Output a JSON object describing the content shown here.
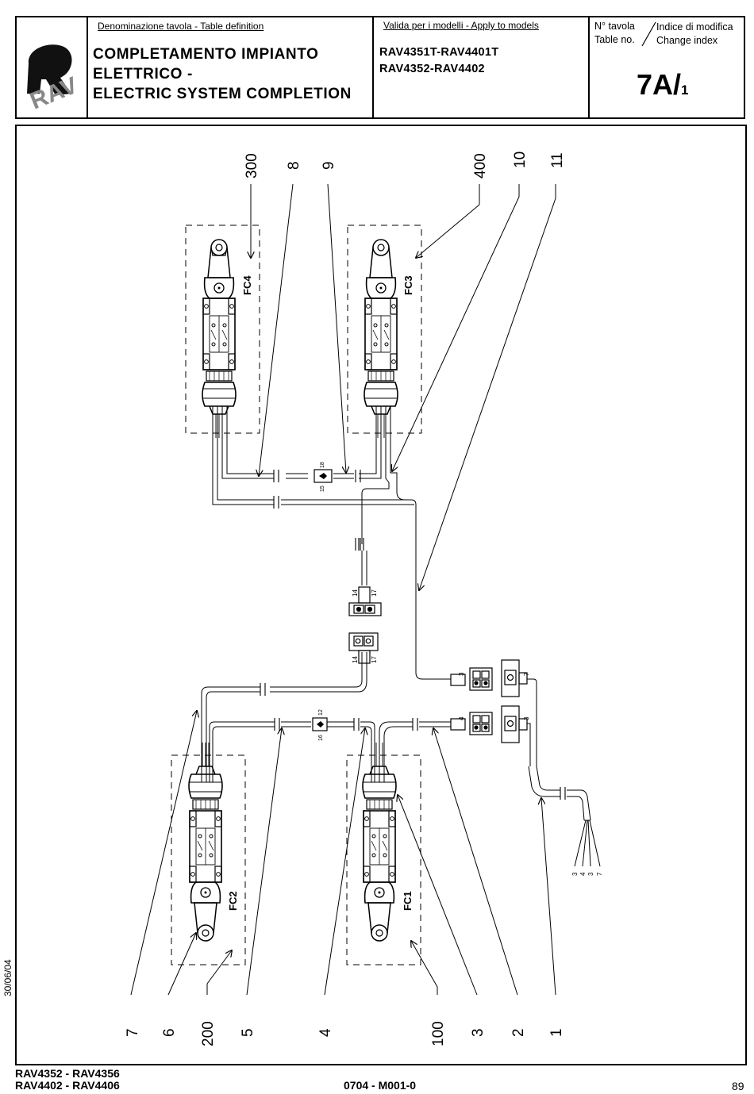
{
  "header": {
    "logo_text": "RAV",
    "table_definition_label": "Denominazione tavola - Table definition",
    "title_lines": [
      "COMPLETAMENTO IMPIANTO",
      "ELETTRICO -",
      "ELECTRIC SYSTEM COMPLETION"
    ],
    "valid_models_label": "Valida per i modelli - Apply to models",
    "models": [
      "RAV4351T-RAV4401T",
      "RAV4352-RAV4402"
    ],
    "table_no_label_it": "N° tavola",
    "table_no_label_en": "Table no.",
    "change_index_label_it": "Indice di modifica",
    "change_index_label_en": "Change index",
    "table_no": "7A/",
    "change_index": "1"
  },
  "diagram": {
    "switches": [
      "FC4",
      "FC3",
      "FC2",
      "FC1"
    ],
    "top_callouts": [
      "300",
      "8",
      "9",
      "400",
      "10",
      "11"
    ],
    "bottom_callouts": [
      "7",
      "6",
      "200",
      "5",
      "4",
      "100",
      "3",
      "2",
      "1"
    ],
    "connector_pins_top": [
      "18",
      "15"
    ],
    "connector_pins_center": [
      "14",
      "17"
    ],
    "connector_pins_mid": [
      "12",
      "16"
    ],
    "terminal_pins": [
      "3",
      "7",
      "4",
      "3"
    ],
    "cable_wires": [
      "3",
      "4",
      "3",
      "7"
    ]
  },
  "footer": {
    "date": "30/06/04",
    "models_lines": [
      "RAV4352 - RAV4356",
      "RAV4402 - RAV4406"
    ],
    "doc_code": "0704 - M001-0",
    "page": "89"
  }
}
